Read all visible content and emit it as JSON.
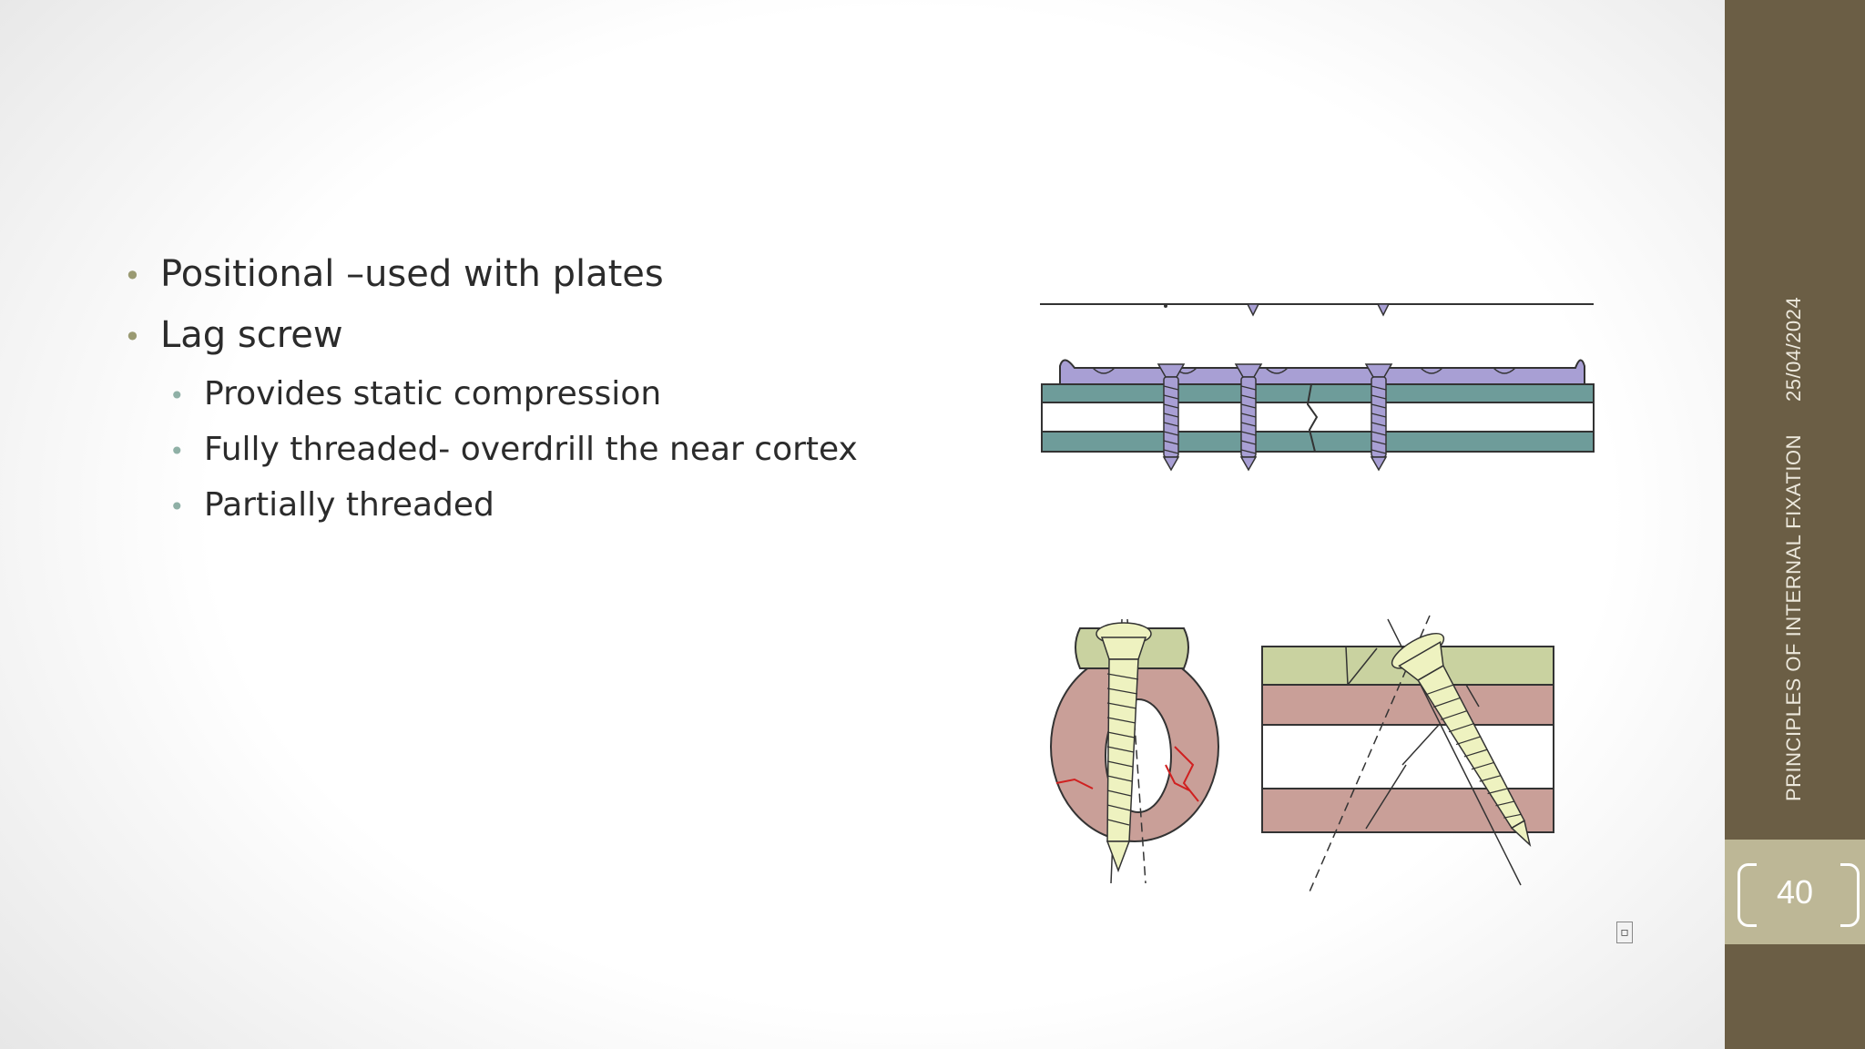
{
  "slide": {
    "bullets": [
      {
        "text": "Positional –used with plates",
        "level": 1
      },
      {
        "text": "Lag screw",
        "level": 1
      },
      {
        "text": "Provides static compression",
        "level": 2
      },
      {
        "text": "Fully threaded- overdrill the near cortex",
        "level": 2
      },
      {
        "text": "Partially threaded",
        "level": 2
      }
    ]
  },
  "sidebar": {
    "title": "PRINCIPLES OF INTERNAL FIXATION",
    "date": "25/04/2024",
    "page_number": "40"
  },
  "colors": {
    "sidebar": "#6b5e45",
    "page_box": "#bdb796",
    "plate": "#a89fd4",
    "cortex": "#6e9c9a",
    "bone": "#c99f98",
    "screw": "#eef2c0",
    "bone_top": "#c9d2a0"
  }
}
